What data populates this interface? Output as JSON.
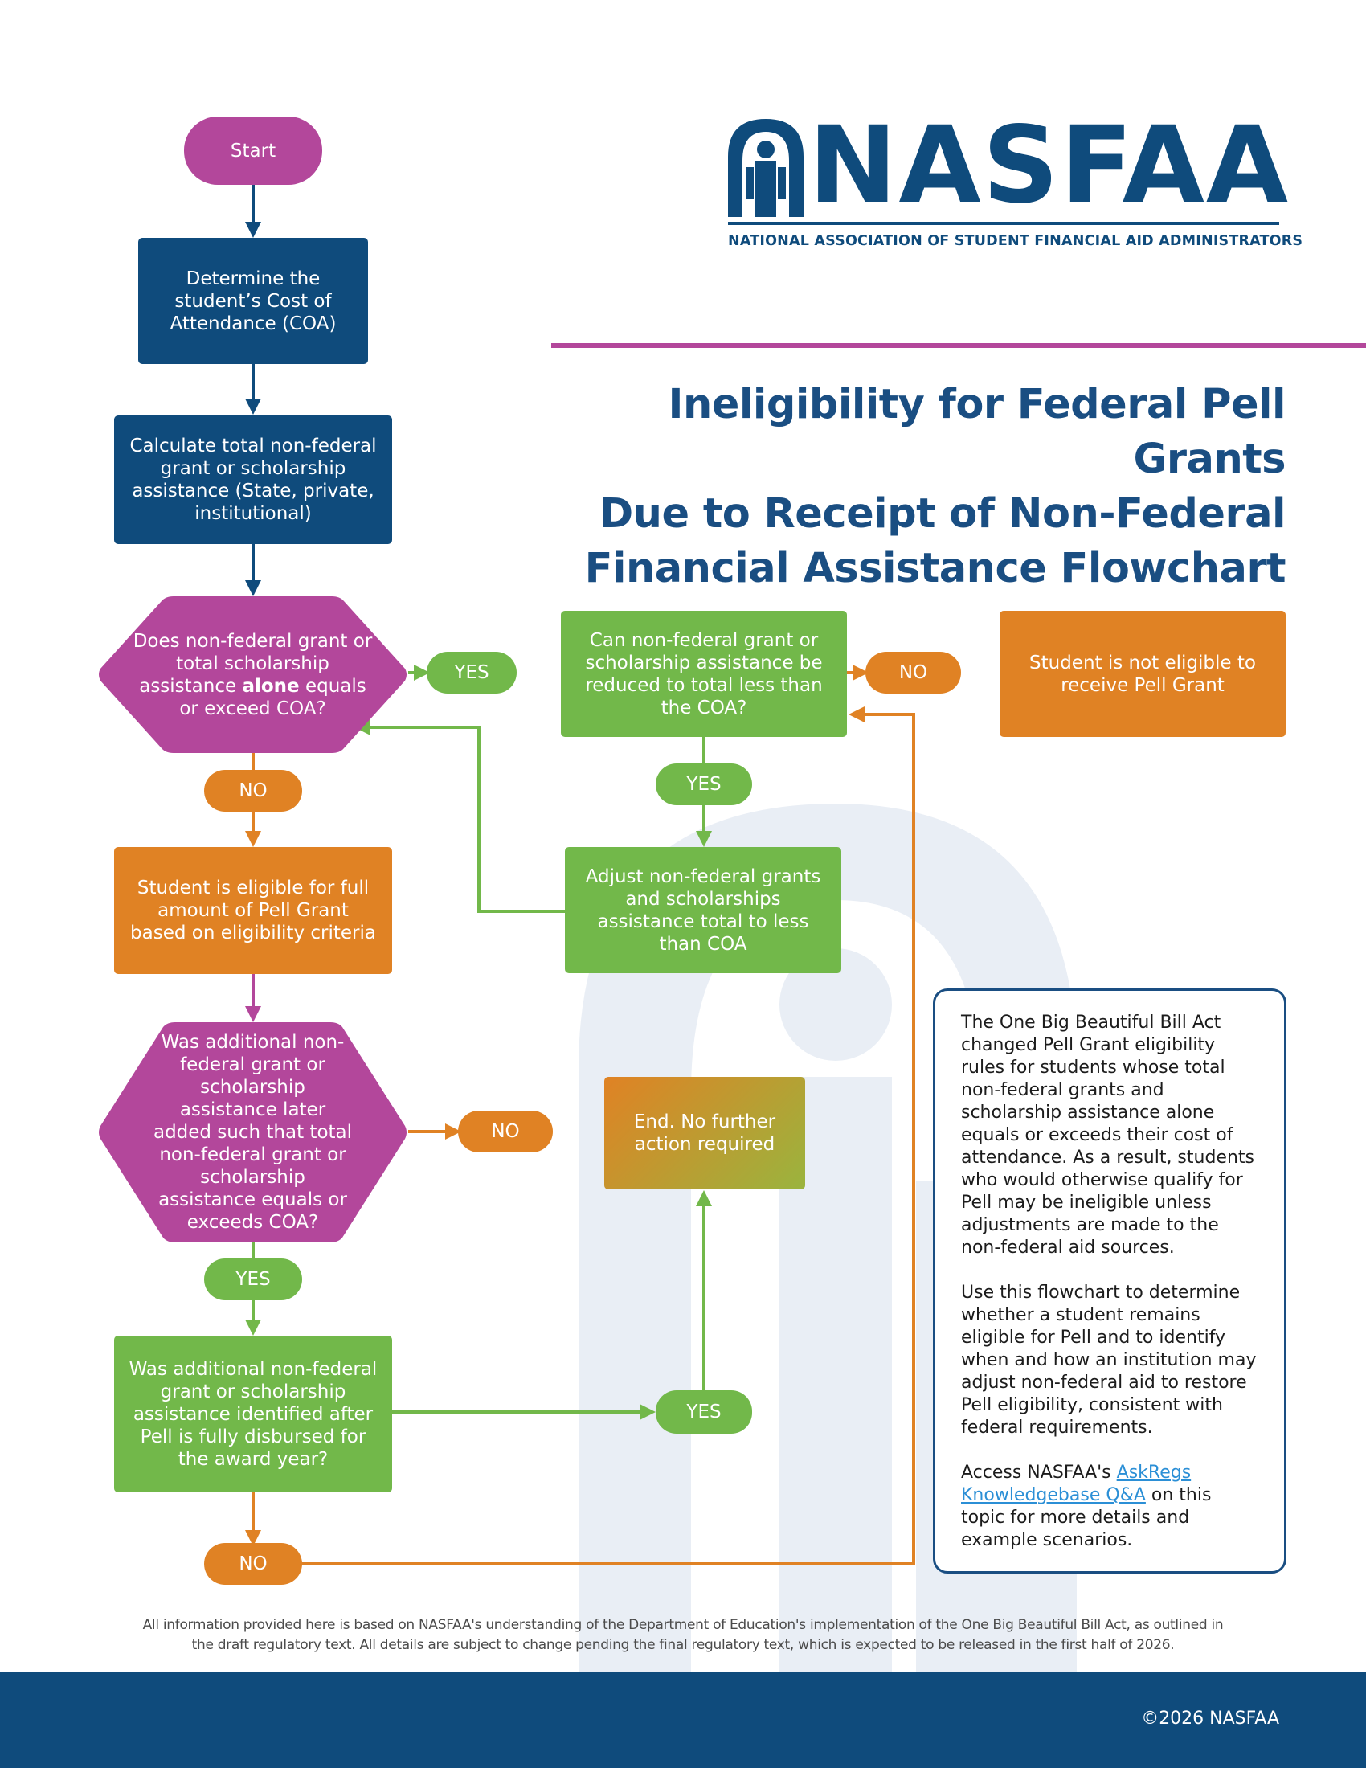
{
  "logo": {
    "wordmark": "NASFAA",
    "subtitle": "NATIONAL ASSOCIATION OF STUDENT FINANCIAL AID ADMINISTRATORS"
  },
  "title": {
    "line1": "Ineligibility for Federal Pell Grants",
    "line2": "Due to Receipt of Non-Federal",
    "line3": "Financial Assistance Flowchart"
  },
  "flow": {
    "start": "Start",
    "step_coa": "Determine the student’s Cost of Attendance (COA)",
    "step_calc": "Calculate total non-federal grant or scholarship assistance (State, private, institutional)",
    "decision1_pre": "Does non-federal grant or total scholarship assistance ",
    "decision1_bold": "alone",
    "decision1_post": " equals or exceed COA?",
    "decision1_yes": "YES",
    "decision1_no": "NO",
    "decision_reduce": "Can non-federal grant or scholarship assistance be reduced to total less than the COA?",
    "reduce_no": "NO",
    "reduce_yes": "YES",
    "not_eligible": "Student is not eligible to receive Pell Grant",
    "adjust": "Adjust non-federal grants and scholarships assistance total to less than COA",
    "eligible_full": "Student is eligible for full amount of Pell Grant based on eligibility criteria",
    "decision2": "Was additional non-federal grant or scholarship assistance later added such that total non-federal grant or scholarship assistance equals or exceeds COA?",
    "decision2_no": "NO",
    "decision2_yes": "YES",
    "end": "End. No further action required",
    "decision3": "Was additional non-federal grant or scholarship assistance identified after Pell is fully disbursed for the award year?",
    "decision3_yes": "YES",
    "decision3_no": "NO"
  },
  "info": {
    "para1": "The One Big Beautiful Bill Act changed Pell Grant eligibility rules for students whose total non-federal grants and scholarship assistance alone equals or exceeds their cost of attendance. As a result, students who would otherwise qualify for Pell may be ineligible unless adjustments are made to the non-federal aid sources.",
    "para2": "Use this flowchart to determine whether a student remains eligible for Pell and to identify when and how an institution may adjust non-federal aid to restore Pell eligibility, consistent with federal requirements.",
    "para3_pre": "Access NASFAA's ",
    "para3_link": "AskRegs Knowledgebase Q&A",
    "para3_post": " on this topic for more details and example scenarios."
  },
  "disclaimer": {
    "line1": "All information provided here is based on NASFAA's understanding of the Department of Education's implementation of the One Big Beautiful Bill Act, as outlined in",
    "line2": "the draft regulatory text. All details are subject to change pending the final regulatory text, which is expected to be released in the first half of 2026."
  },
  "footer": {
    "copyright": "©2026 NASFAA"
  },
  "colors": {
    "navy": "#0f4b7c",
    "magenta": "#b3479b",
    "green": "#72b84a",
    "orange": "#e08224",
    "link": "#2b8fd6"
  }
}
